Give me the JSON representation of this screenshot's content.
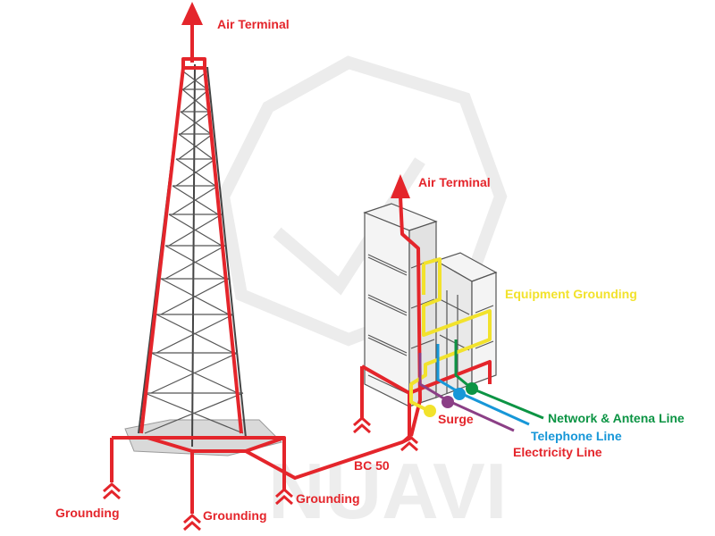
{
  "labels": {
    "air_terminal_tower": "Air Terminal",
    "air_terminal_building": "Air Terminal",
    "equipment_grounding": "Equipment Grounding",
    "surge": "Surge",
    "network_antenna_line": "Network & Antena Line",
    "telephone_line": "Telephone Line",
    "electricity_line": "Electricity Line",
    "bc50": "BC 50",
    "grounding_left": "Grounding",
    "grounding_center": "Grounding",
    "grounding_right": "Grounding"
  },
  "colors": {
    "lightning_conductor": "#e4252b",
    "equipment_grounding": "#f2e22c",
    "surge": "#8b3f86",
    "telephone": "#1797d8",
    "network": "#0c9444",
    "structure": "#555555",
    "watermark": "#e6e6e6"
  },
  "icons": [
    "arrow-up-icon",
    "ground-chevron-icon",
    "watermark-logo-icon"
  ]
}
